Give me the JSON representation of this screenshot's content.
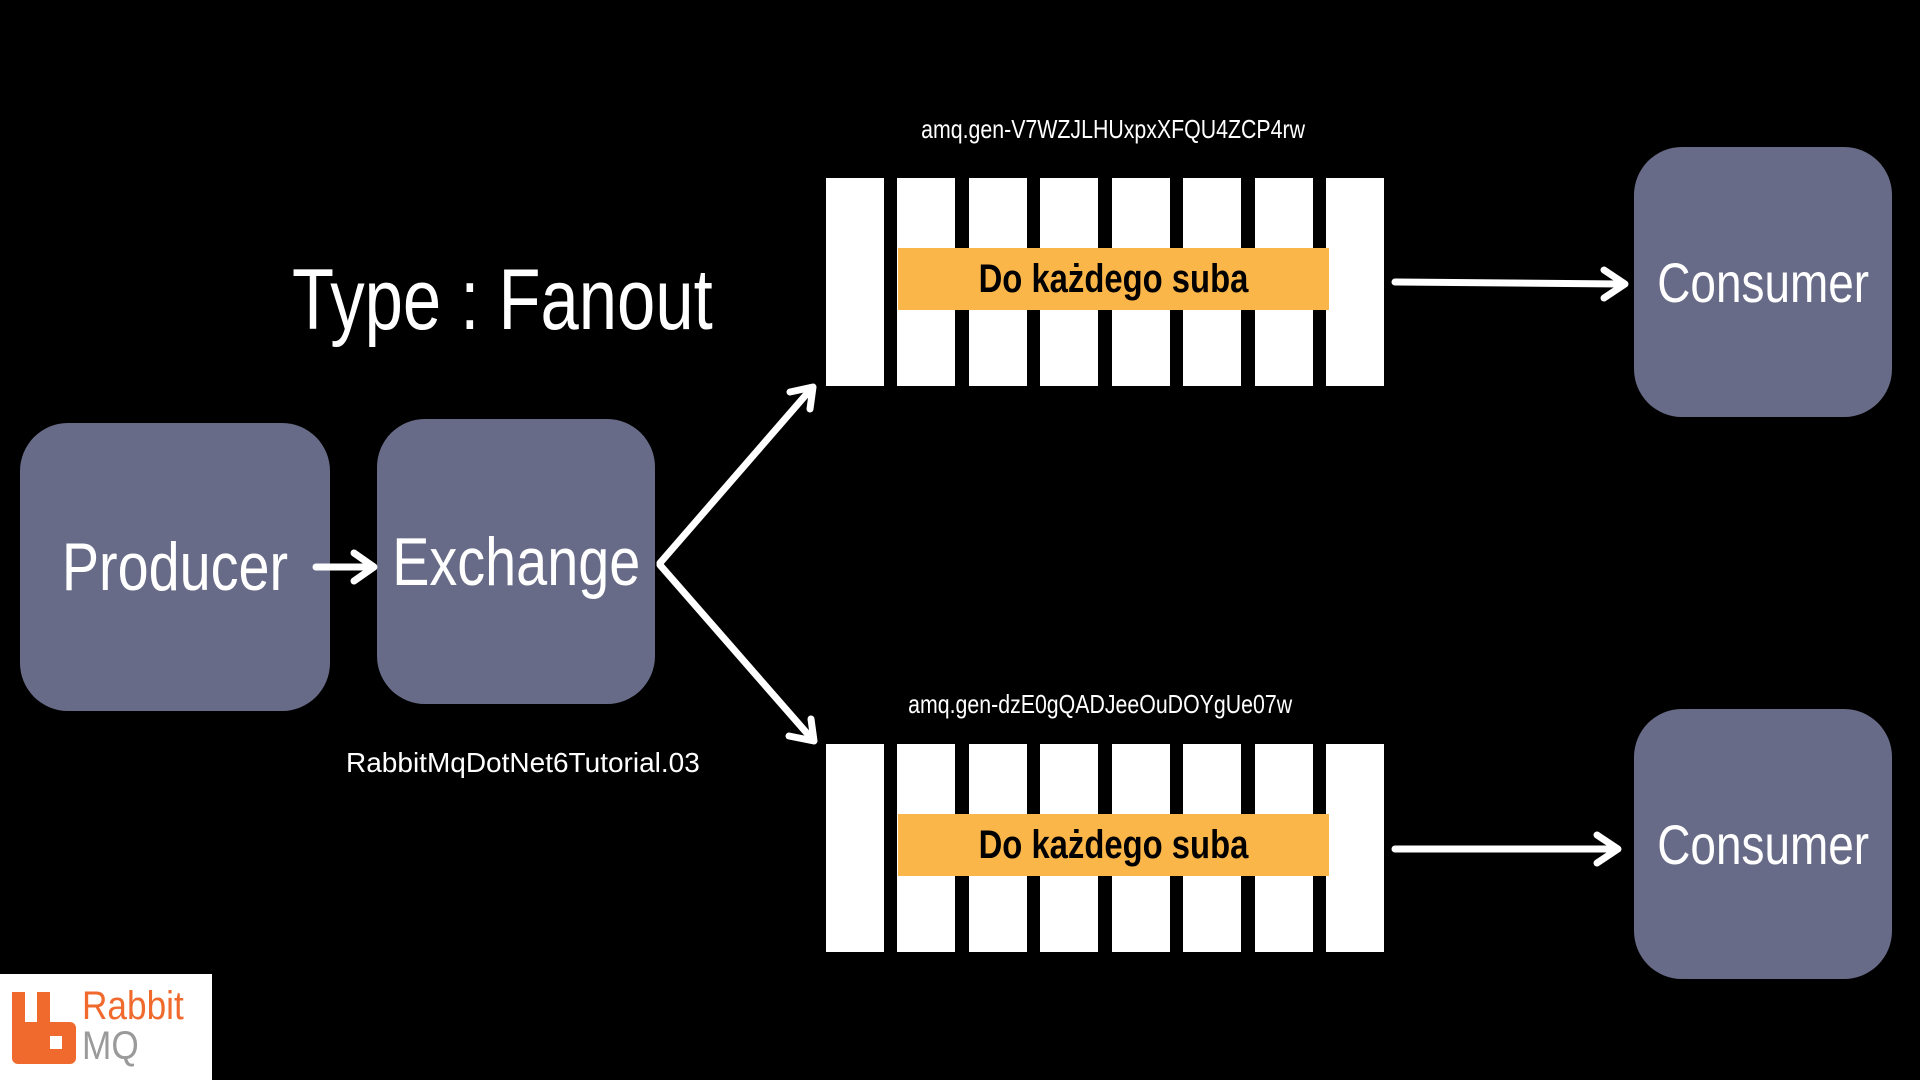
{
  "title": "Type : Fanout",
  "producer": {
    "label": "Producer"
  },
  "exchange": {
    "label": "Exchange",
    "name": "RabbitMqDotNet6Tutorial.03"
  },
  "queues": [
    {
      "name": "amq.gen-V7WZJLHUxpxXFQU4ZCP4rw",
      "message": "Do każdego suba",
      "consumer": "Consumer"
    },
    {
      "name": "amq.gen-dzE0gQADJeeOuDOYgUe07w",
      "message": "Do każdego suba",
      "consumer": "Consumer"
    }
  ],
  "logo": {
    "line1": "Rabbit",
    "line2": "MQ"
  },
  "colors": {
    "background": "#000000",
    "box": "#686b87",
    "message": "#fbb64a",
    "logo_orange": "#f06a2d"
  }
}
